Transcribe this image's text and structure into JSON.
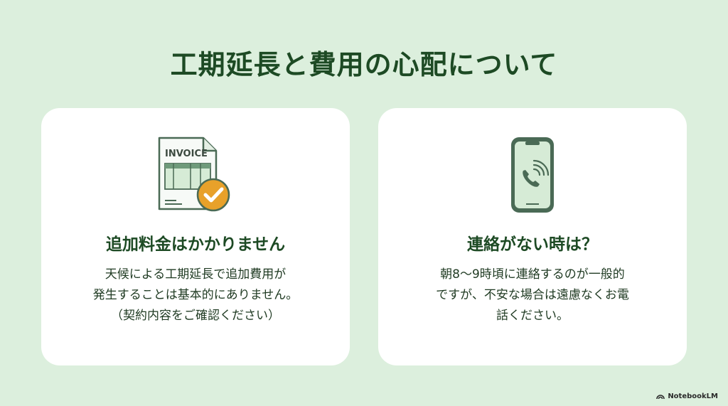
{
  "title": "工期延長と費用の心配について",
  "cards": [
    {
      "icon": "invoice-check-icon",
      "icon_label": "INVOICE",
      "heading": "追加料金はかかりません",
      "lines": [
        "天候による工期延長で追加費用が",
        "発生することは基本的にありません。",
        "（契約内容をご確認ください）"
      ]
    },
    {
      "icon": "smartphone-call-icon",
      "heading": "連絡がない時は？",
      "lines": [
        "朝8〜9時頃に連絡するのが一般的",
        "ですが、不安な場合は遠慮なくお電",
        "話ください。"
      ]
    }
  ],
  "colors": {
    "background": "#dcefdd",
    "title": "#1d4a24",
    "icon_stroke": "#4a6a55",
    "icon_fill": "#d6ebd6",
    "check_badge": "#e8a12a"
  },
  "brand": {
    "label": "NotebookLM"
  }
}
